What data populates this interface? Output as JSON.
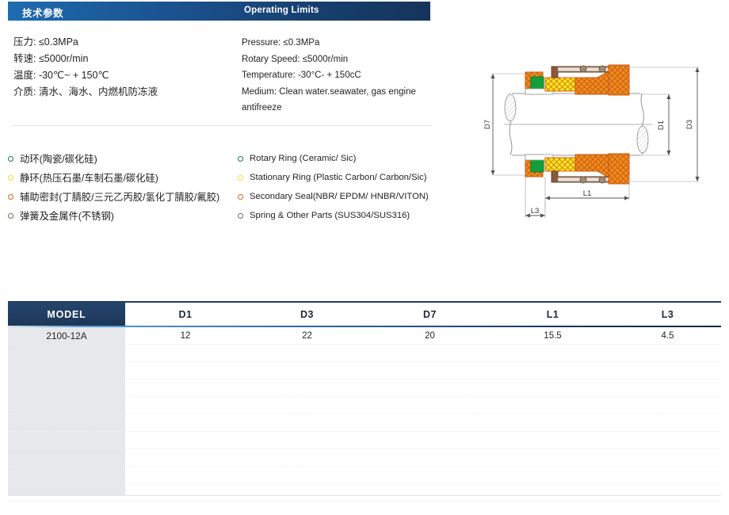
{
  "header": {
    "title_cn": "技术参数",
    "title_en": "Operating Limits",
    "accent_color": "#1a4f8a"
  },
  "specs_cn": [
    "压力: ≤0.3MPa",
    "转速: ≤5000r/min",
    "温度: -30℃~ + 150℃",
    "介质: 清水、海水、内燃机防冻液"
  ],
  "specs_en": [
    "Pressure: ≤0.3MPa",
    "Rotary Speed: ≤5000r/min",
    "Temperature: -30°C- + 150cC",
    "Medium: Clean water.seawater, gas engine",
    "antifreeze"
  ],
  "materials_cn": [
    {
      "bullet_color": "green",
      "label": "动环(陶瓷/碳化硅)"
    },
    {
      "bullet_color": "yellow",
      "label": "静环(热压石墨/车制石墨/碳化硅)"
    },
    {
      "bullet_color": "orange",
      "label": "辅助密封(丁腈胶/三元乙丙胶/氢化丁腈胶/氟胶)"
    },
    {
      "bullet_color": "gray",
      "label": "弹簧及金属件(不锈钢)"
    }
  ],
  "materials_en": [
    {
      "bullet_color": "green",
      "label": "Rotary Ring (Ceramic/ Sic)"
    },
    {
      "bullet_color": "yellow",
      "label": "Stationary Ring (Plastic Carbon/ Carbon/Sic)"
    },
    {
      "bullet_color": "orange",
      "label": "Secondary Seal(NBR/ EPDM/ HNBR/VITON)"
    },
    {
      "bullet_color": "gray",
      "label": "Spring & Other Parts (SUS304/SUS316)"
    }
  ],
  "drawing": {
    "dimension_labels": {
      "d7": "D7",
      "d1": "D1",
      "d3": "D3",
      "l1": "L1",
      "l3": "L3"
    },
    "colors": {
      "orange": "#f08a1e",
      "green": "#13a03c",
      "yellow": "#f5ec1c",
      "brown": "#8a5a3c",
      "outline": "#d2691e",
      "line": "#9a9a9a"
    }
  },
  "table": {
    "columns": [
      "MODEL",
      "D1",
      "D3",
      "D7",
      "L1",
      "L3"
    ],
    "rows": [
      [
        "2100-12A",
        "12",
        "22",
        "20",
        "15.5",
        "4.5"
      ]
    ],
    "empty_row_count": 9,
    "header_bg": "#1d3757",
    "model_col_bg": "#e7e8e9"
  }
}
